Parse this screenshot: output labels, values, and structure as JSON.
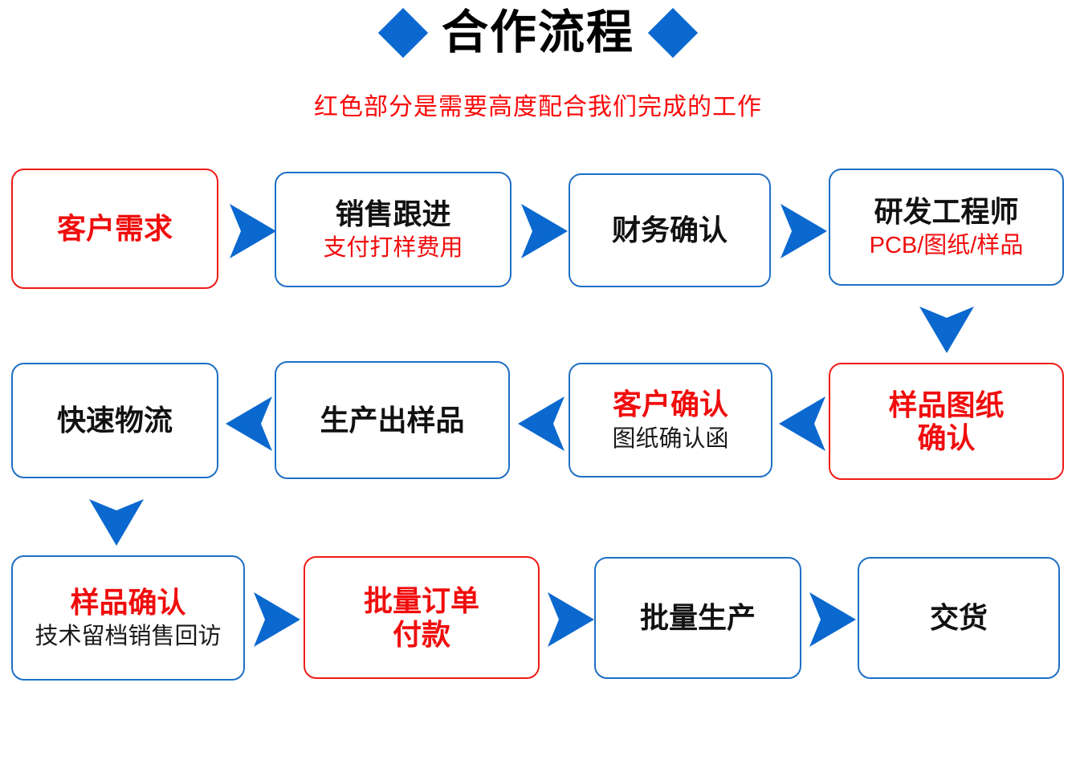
{
  "header": {
    "title": "合作流程",
    "subtitle": "红色部分是需要高度配合我们完成的工作",
    "left_diamond": "diamond-icon",
    "right_diamond": "diamond-icon"
  },
  "colors": {
    "accent_blue": "#0a68cf",
    "box_blue_border": "#1f6fc4",
    "box_red_border": "#ef1b17",
    "text_red": "#f00d0d",
    "text_black": "#111111",
    "background": "#ffffff"
  },
  "chart_data": {
    "type": "diagram",
    "title": "合作流程",
    "subtitle": "红色部分是需要高度配合我们完成的工作",
    "flow_order": [
      "客户需求",
      "销售跟进",
      "财务确认",
      "研发工程师",
      "样品图纸确认",
      "客户确认",
      "生产出样品",
      "快速物流",
      "样品确认",
      "批量订单付款",
      "批量生产",
      "交货"
    ]
  },
  "nodes": [
    {
      "id": "n1",
      "main": "客户需求",
      "sub": "",
      "border": "red",
      "main_color": "red",
      "sub_color": "black",
      "row": 1
    },
    {
      "id": "n2",
      "main": "销售跟进",
      "sub": "支付打样费用",
      "border": "blue",
      "main_color": "black",
      "sub_color": "red",
      "row": 1
    },
    {
      "id": "n3",
      "main": "财务确认",
      "sub": "",
      "border": "blue",
      "main_color": "black",
      "sub_color": "black",
      "row": 1
    },
    {
      "id": "n4",
      "main": "研发工程师",
      "sub": "PCB/图纸/样品",
      "border": "blue",
      "main_color": "black",
      "sub_color": "red",
      "row": 1
    },
    {
      "id": "n5",
      "main": "样品图纸\n确认",
      "sub": "",
      "border": "red",
      "main_color": "red",
      "sub_color": "black",
      "row": 2
    },
    {
      "id": "n6",
      "main": "客户确认",
      "sub": "图纸确认函",
      "border": "blue",
      "main_color": "red",
      "sub_color": "black",
      "row": 2
    },
    {
      "id": "n7",
      "main": "生产出样品",
      "sub": "",
      "border": "blue",
      "main_color": "black",
      "sub_color": "black",
      "row": 2
    },
    {
      "id": "n8",
      "main": "快速物流",
      "sub": "",
      "border": "blue",
      "main_color": "black",
      "sub_color": "black",
      "row": 2
    },
    {
      "id": "n9",
      "main": "样品确认",
      "sub": "技术留档销售回访",
      "border": "blue",
      "main_color": "red",
      "sub_color": "black",
      "row": 3
    },
    {
      "id": "n10",
      "main": "批量订单\n付款",
      "sub": "",
      "border": "red",
      "main_color": "red",
      "sub_color": "black",
      "row": 3
    },
    {
      "id": "n11",
      "main": "批量生产",
      "sub": "",
      "border": "blue",
      "main_color": "black",
      "sub_color": "black",
      "row": 3
    },
    {
      "id": "n12",
      "main": "交货",
      "sub": "",
      "border": "blue",
      "main_color": "black",
      "sub_color": "black",
      "row": 3
    }
  ],
  "arrows": [
    {
      "id": "a1",
      "direction": "right",
      "from": "客户需求",
      "to": "销售跟进"
    },
    {
      "id": "a2",
      "direction": "right",
      "from": "销售跟进",
      "to": "财务确认"
    },
    {
      "id": "a3",
      "direction": "right",
      "from": "财务确认",
      "to": "研发工程师"
    },
    {
      "id": "a4",
      "direction": "down",
      "from": "研发工程师",
      "to": "样品图纸确认"
    },
    {
      "id": "a5",
      "direction": "left",
      "from": "样品图纸确认",
      "to": "客户确认"
    },
    {
      "id": "a6",
      "direction": "left",
      "from": "客户确认",
      "to": "生产出样品"
    },
    {
      "id": "a7",
      "direction": "left",
      "from": "生产出样品",
      "to": "快速物流"
    },
    {
      "id": "a8",
      "direction": "down",
      "from": "快速物流",
      "to": "样品确认"
    },
    {
      "id": "a9",
      "direction": "right",
      "from": "样品确认",
      "to": "批量订单付款"
    },
    {
      "id": "a10",
      "direction": "right",
      "from": "批量订单付款",
      "to": "批量生产"
    },
    {
      "id": "a11",
      "direction": "right",
      "from": "批量生产",
      "to": "交货"
    }
  ]
}
